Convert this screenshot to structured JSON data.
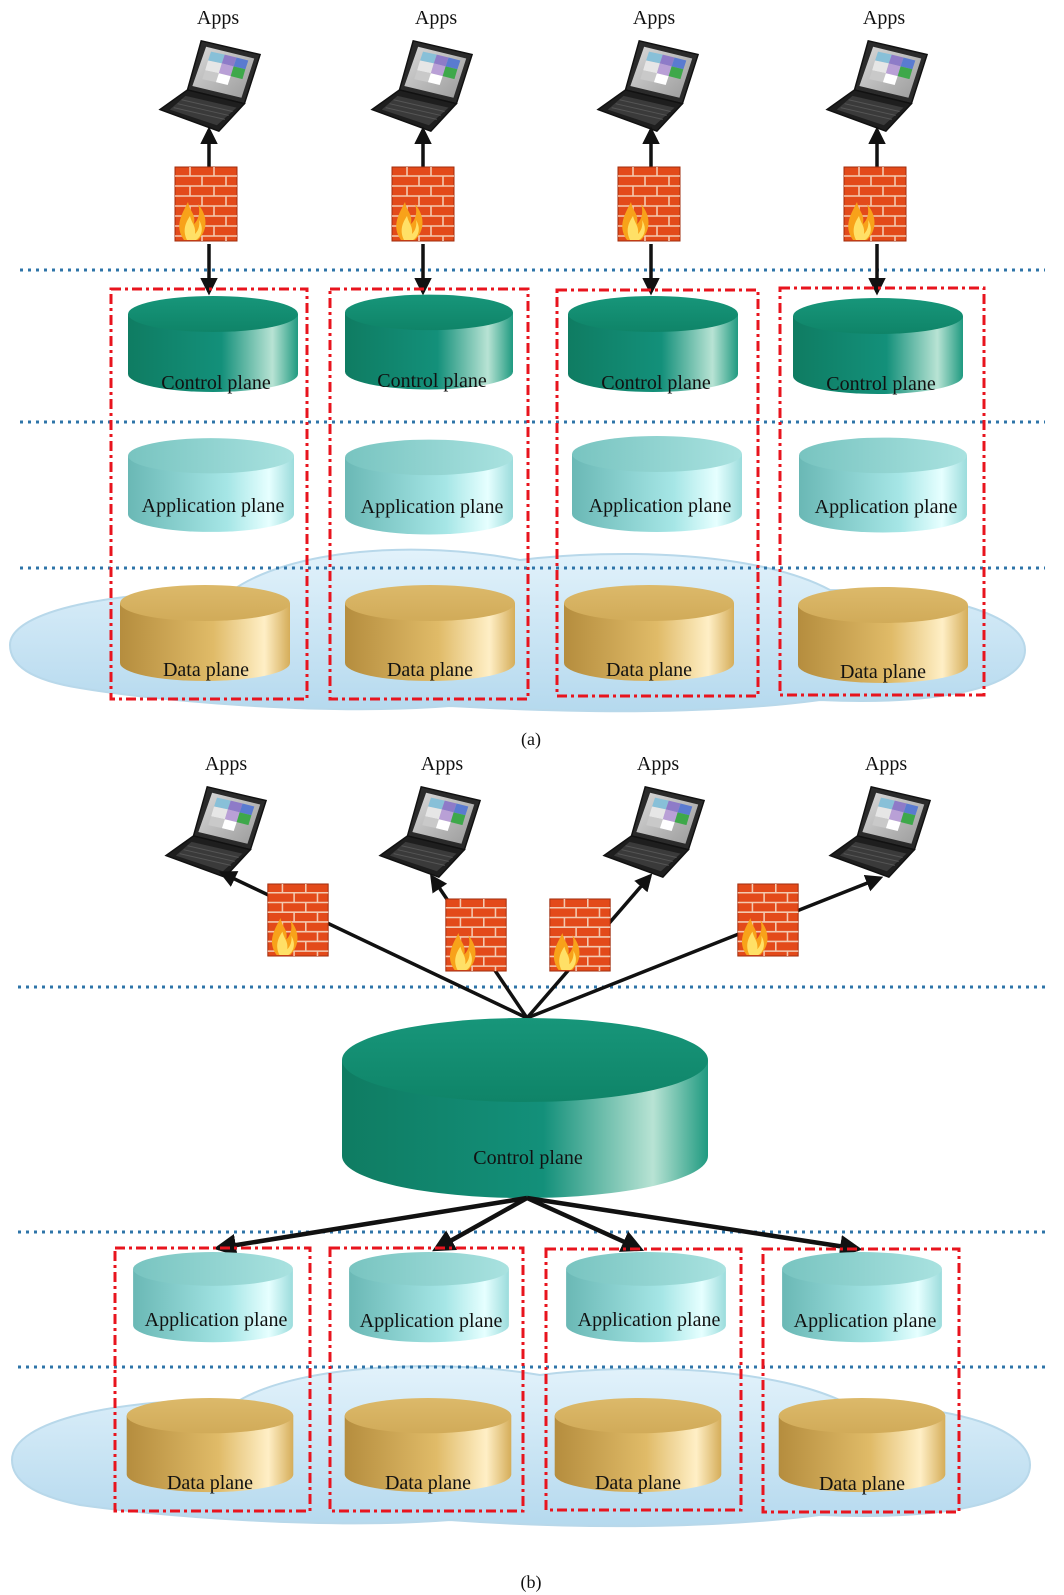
{
  "panel_a": {
    "caption": "(a)",
    "apps_labels": [
      "Apps",
      "Apps",
      "Apps",
      "Apps"
    ],
    "control_labels": [
      "Control plane",
      "Control plane",
      "Control plane",
      "Control plane"
    ],
    "application_labels": [
      "Application plane",
      "Application plane",
      "Application plane",
      "Application plane"
    ],
    "data_labels": [
      "Data plane",
      "Data plane",
      "Data plane",
      "Data plane"
    ]
  },
  "panel_b": {
    "caption": "(b)",
    "apps_labels": [
      "Apps",
      "Apps",
      "Apps",
      "Apps"
    ],
    "control_label": "Control plane",
    "application_labels": [
      "Application plane",
      "Application plane",
      "Application plane",
      "Application plane"
    ],
    "data_labels": [
      "Data plane",
      "Data plane",
      "Data plane",
      "Data plane"
    ]
  },
  "colors": {
    "control_plane": "#138a6e",
    "application_plane": "#9fe0e0",
    "data_plane": "#d9b35e",
    "firewall": "#e8541e",
    "divider": "#2e74a8",
    "group_box": "#e8141e",
    "cloud": "#c4e2f2"
  },
  "icons": {
    "laptop": "laptop-icon",
    "firewall": "firewall-icon",
    "cloud": "cloud-network-icon"
  }
}
